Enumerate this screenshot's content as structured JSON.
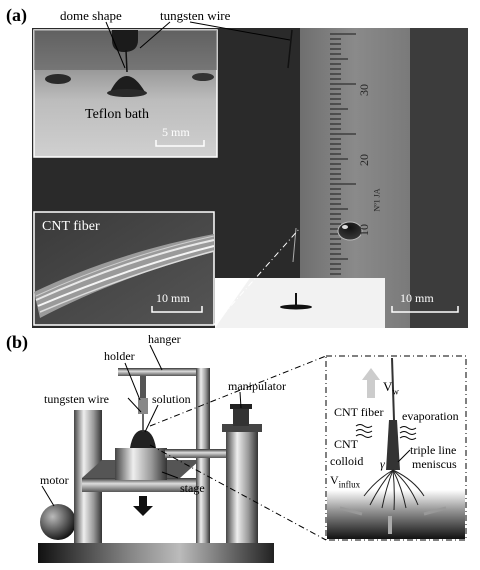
{
  "panel_a": {
    "letter": "(a)",
    "dome_shape": "dome shape",
    "tungsten_wire": "tungsten wire",
    "teflon_bath": "Teflon bath",
    "scale_5mm": "5 mm",
    "cnt_fiber": "CNT fiber",
    "scale_10mm_left": "10 mm",
    "scale_10mm_right": "10 mm",
    "ruler_numbers": [
      "30",
      "20",
      "10"
    ],
    "ruler_mark": "Nº1 JA"
  },
  "panel_b": {
    "letter": "(b)",
    "hanger": "hanger",
    "holder": "holder",
    "tungsten_wire": "tungsten wire",
    "solution": "solution",
    "manipulator": "manipulator",
    "motor": "motor",
    "stage": "stage",
    "v_w": "V",
    "v_w_sub": "w",
    "cnt_fiber": "CNT fiber",
    "evaporation": "evaporation",
    "cnt": "CNT",
    "colloid": "colloid",
    "triple_line": "triple line",
    "meniscus": "meniscus",
    "gamma": "γ",
    "v_influx": "V",
    "v_influx_sub": "influx"
  }
}
